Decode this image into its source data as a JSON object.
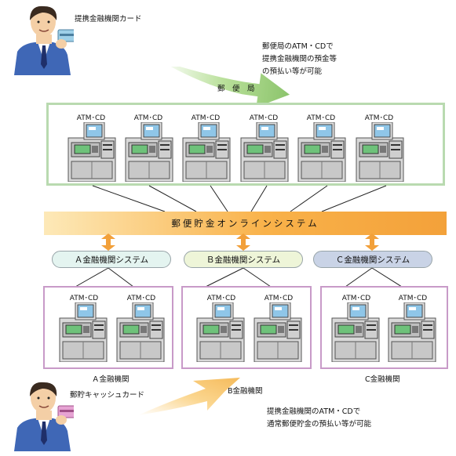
{
  "top": {
    "card_label": "提携金融機関カード",
    "note_lines": [
      "郵便局のATM・CDで",
      "提携金融機関の預金等",
      "の預払い等が可能"
    ],
    "arrow_label": "郵　便　局"
  },
  "post_office_atms": [
    "ATM･CD",
    "ATM･CD",
    "ATM･CD",
    "ATM･CD",
    "ATM･CD",
    "ATM･CD"
  ],
  "online_system": "郵便貯金オンラインシステム",
  "systems": [
    {
      "label": "Ａ金融機関システム",
      "color": "#e4f4f0"
    },
    {
      "label": "Ｂ金融機関システム",
      "color": "#eef5d8"
    },
    {
      "label": "Ｃ金融機関システム",
      "color": "#c9d3e6"
    }
  ],
  "institutions": [
    {
      "name": "Ａ金融機関",
      "atms": [
        "ATM･CD",
        "ATM･CD"
      ]
    },
    {
      "name": "",
      "atms": [
        "ATM･CD",
        "ATM･CD"
      ]
    },
    {
      "name": "C金融機関",
      "atms": [
        "ATM･CD",
        "ATM･CD"
      ]
    }
  ],
  "bottom": {
    "card_label": "郵貯キャッシュカード",
    "arrow_label": "B金融機関",
    "note_lines": [
      "提携金融機関のATM・CDで",
      "通常郵便貯金の預払い等が可能"
    ]
  },
  "colors": {
    "post_office_box": "#b9dab0",
    "institution_box": "#c89ac8",
    "arrow_green": "#9dcf7a",
    "arrow_orange": "#f5bb5c",
    "connector": "#f2a03a"
  },
  "icons": [
    "person-card-blue",
    "person-card-pink",
    "atm-machine",
    "double-arrow"
  ]
}
